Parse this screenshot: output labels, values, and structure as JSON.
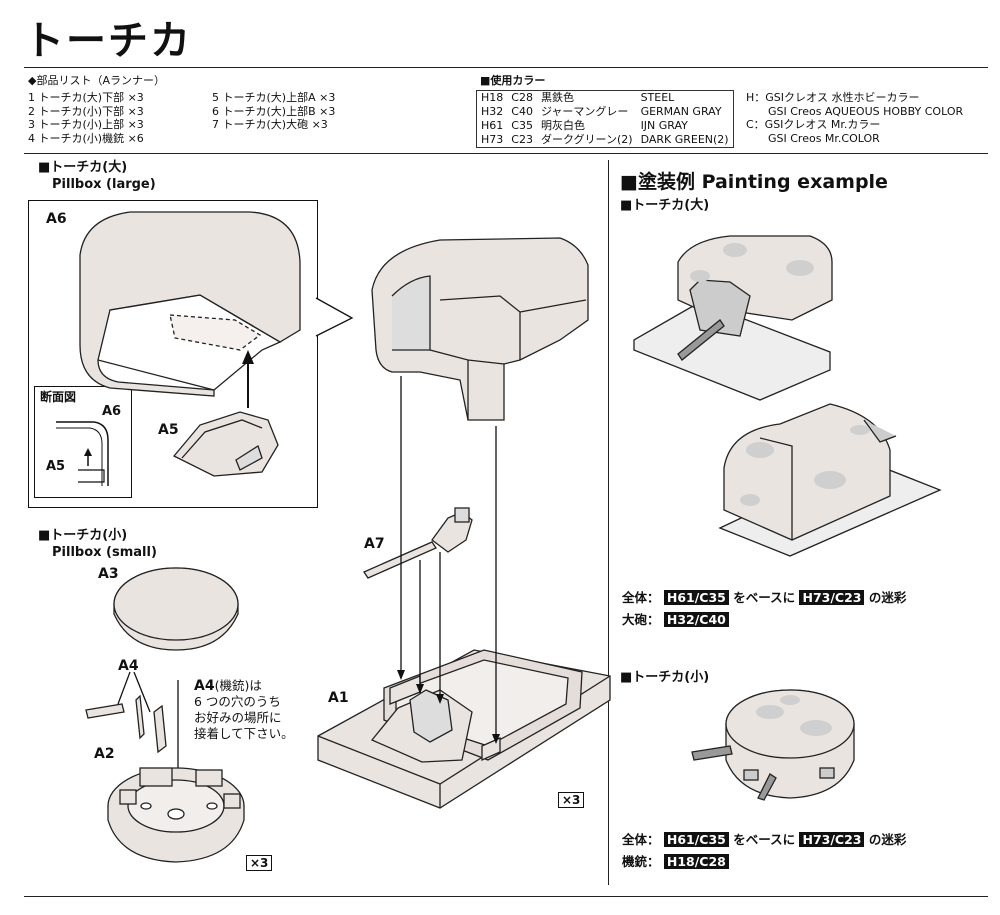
{
  "title": "トーチカ",
  "parts_list": {
    "heading": "◆部品リスト（Aランナー）",
    "items_left": [
      "1 トーチカ(大)下部 ×3",
      "2 トーチカ(小)下部 ×3",
      "3 トーチカ(小)上部 ×3",
      "4 トーチカ(小)機銃 ×6"
    ],
    "items_right": [
      "5 トーチカ(大)上部A ×3",
      "6 トーチカ(大)上部B ×3",
      "7 トーチカ(大)大砲 ×3"
    ]
  },
  "colors": {
    "heading": "■使用カラー",
    "rows": [
      {
        "h": "H18",
        "c": "C28",
        "jp": "黒鉄色",
        "en": "STEEL"
      },
      {
        "h": "H32",
        "c": "C40",
        "jp": "ジャーマングレー",
        "en": "GERMAN GRAY"
      },
      {
        "h": "H61",
        "c": "C35",
        "jp": "明灰白色",
        "en": "IJN GRAY"
      },
      {
        "h": "H73",
        "c": "C23",
        "jp": "ダークグリーン(2)",
        "en": "DARK GREEN(2)"
      }
    ],
    "legend": [
      "H：GSIクレオス 水性ホビーカラー",
      "GSI Creos AQUEOUS HOBBY COLOR",
      "C：GSIクレオス Mr.カラー",
      "GSI Creos Mr.COLOR"
    ]
  },
  "large": {
    "heading_jp": "■トーチカ(大)",
    "heading_en": "Pillbox (large)",
    "labels": {
      "a6": "A6",
      "a5": "A5",
      "section": "断面図",
      "sec_a6": "A6",
      "sec_a5": "A5",
      "a7": "A7",
      "a1": "A1"
    },
    "multiplier": "×3"
  },
  "small": {
    "heading_jp": "■トーチカ(小)",
    "heading_en": "Pillbox (small)",
    "labels": {
      "a3": "A3",
      "a4": "A4",
      "a2": "A2"
    },
    "note_bold": "A4",
    "note_lines": [
      "(機銃)は",
      "6 つの穴のうち",
      "お好みの場所に",
      "接着して下さい。"
    ],
    "multiplier": "×3"
  },
  "painting": {
    "heading": "■塗装例 Painting example",
    "large_heading": "■トーチカ(大)",
    "large_line1": {
      "prefix": "全体：",
      "base": "H61/C35",
      "mid": "をベースに",
      "camo": "H73/C23",
      "suffix": "の迷彩"
    },
    "large_line2": {
      "prefix": "大砲：",
      "color": "H32/C40"
    },
    "small_heading": "■トーチカ(小)",
    "small_line1": {
      "prefix": "全体：",
      "base": "H61/C35",
      "mid": "をベースに",
      "camo": "H73/C23",
      "suffix": "の迷彩"
    },
    "small_line2": {
      "prefix": "機銃：",
      "color": "H18/C28"
    }
  }
}
